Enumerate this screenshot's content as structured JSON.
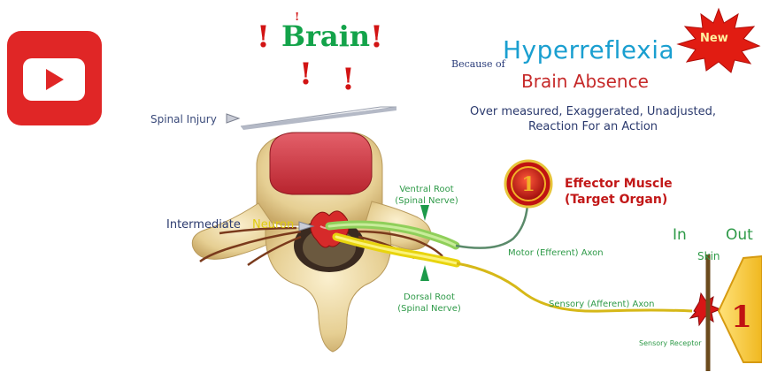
{
  "video_icon": "play-icon",
  "header": {
    "title": "Brain",
    "exclamation": "!"
  },
  "hyperreflexia": {
    "because": "Because of",
    "title": "Hyperreflexia",
    "cause": "Brain Absence",
    "description": "Over measured, Exaggerated, Unadjusted, Reaction For an Action",
    "badge": "New"
  },
  "labels": {
    "spinal_injury": "Spinal Injury",
    "ventral_root": "Ventral Root (Spinal Nerve)",
    "dorsal_root": "Dorsal Root (Spinal Nerve)",
    "intermediate": "Intermediate",
    "neuron": "Neuron",
    "effector": "Effector Muscle (Target Organ)",
    "effector_number": "1",
    "motor_axon": "Motor (Efferent) Axon",
    "sensory_axon": "Sensory (Afferent) Axon",
    "sensory_receptor": "Sensory Receptor",
    "in": "In",
    "out": "Out",
    "skin": "Skin",
    "stimulus_number": "1"
  },
  "colors": {
    "youtube_red": "#e02626",
    "title_green": "#13a34a",
    "exclamation_red": "#d21414",
    "hyper_blue": "#1a9fd0",
    "motor_green": "#8fcf5a",
    "sensory_yellow": "#e8d40e",
    "bone": "#ecd7a0",
    "disc_red": "#d8424c"
  }
}
